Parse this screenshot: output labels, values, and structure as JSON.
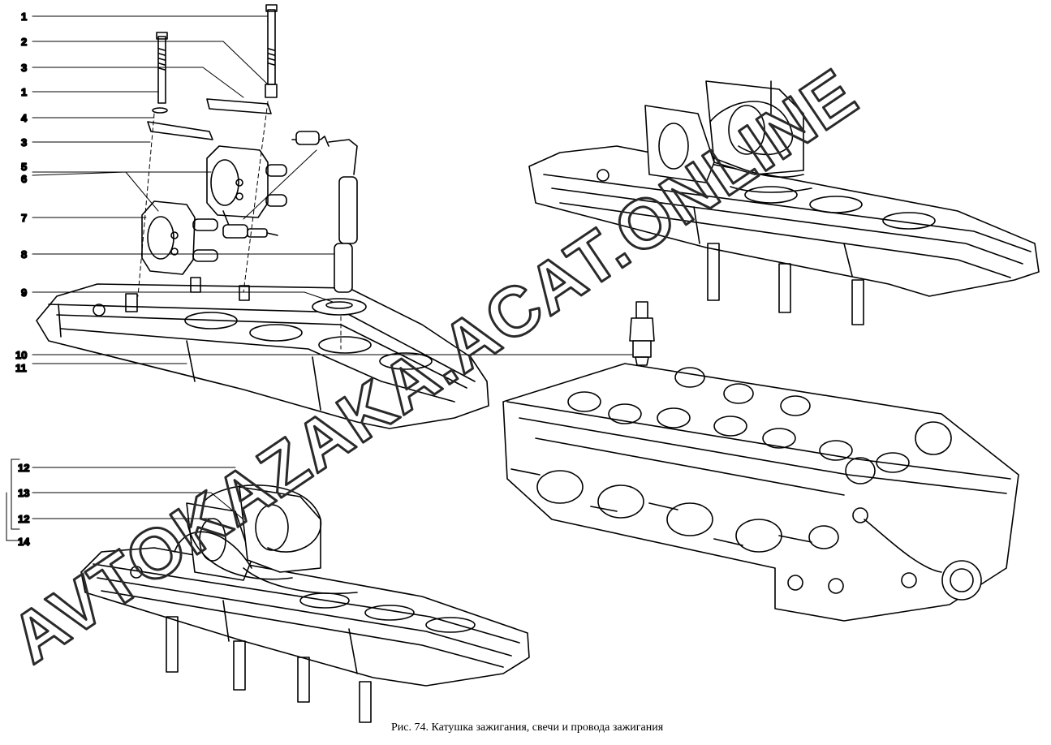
{
  "caption": "Рис. 74. Катушка зажигания, свечи и провода зажигания",
  "watermark": "AVTOKAZAKA.ACAT.ONLINE",
  "callouts": [
    {
      "label": "1"
    },
    {
      "label": "2"
    },
    {
      "label": "3"
    },
    {
      "label": "1"
    },
    {
      "label": "4"
    },
    {
      "label": "3"
    },
    {
      "label": "5"
    },
    {
      "label": "6"
    },
    {
      "label": "7"
    },
    {
      "label": "8"
    },
    {
      "label": "9"
    },
    {
      "label": "10"
    },
    {
      "label": "11"
    },
    {
      "label": "12"
    },
    {
      "label": "13"
    },
    {
      "label": "12"
    },
    {
      "label": "14"
    }
  ],
  "colors": {
    "ink": "#000000",
    "paper": "#ffffff"
  }
}
